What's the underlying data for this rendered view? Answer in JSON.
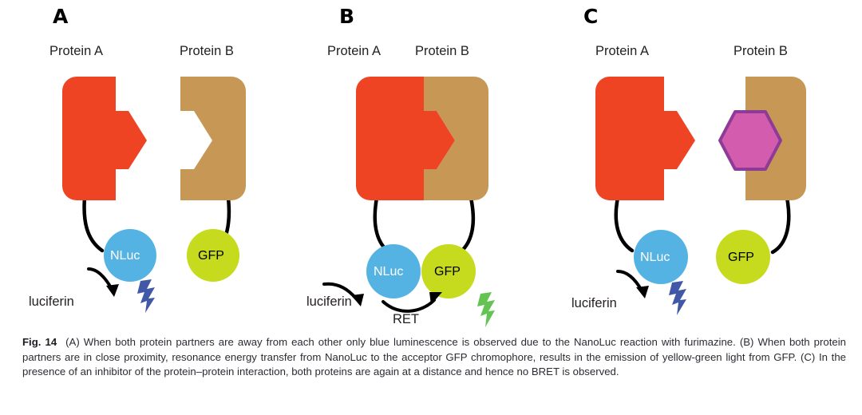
{
  "figure": {
    "number": "Fig. 14",
    "caption": "(A) When both protein partners are away from each other only blue luminescence is observed due to the NanoLuc reaction with furimazine. (B) When both protein partners are in close proximity, resonance energy transfer from NanoLuc to the acceptor GFP chromophore, results in the emission of yellow-green light from GFP. (C) In the presence of an inhibitor of the protein–protein interaction, both proteins are again at a distance and hence no BRET is observed."
  },
  "colors": {
    "protein_a_red": "#EF4424",
    "protein_b_tan": "#C69755",
    "nluc_blue": "#55B3E3",
    "gfp_green": "#C6DA1E",
    "inhibitor_pink": "#D45CAF",
    "inhibitor_border": "#8E3B97",
    "blue_light": "#4158A6",
    "green_light": "#63C353",
    "stroke_black": "#000000",
    "text_dark": "#231f20"
  },
  "panels": [
    {
      "id": "a",
      "letter": "A",
      "protein_a_label": "Protein A",
      "protein_b_label": "Protein B",
      "nluc_label": "NLuc",
      "gfp_label": "GFP",
      "substrate_label": "luciferin",
      "ret_label": null,
      "inhibitor": false,
      "bound": false,
      "emission": "blue"
    },
    {
      "id": "b",
      "letter": "B",
      "protein_a_label": "Protein A",
      "protein_b_label": "Protein B",
      "nluc_label": "NLuc",
      "gfp_label": "GFP",
      "substrate_label": "luciferin",
      "ret_label": "RET",
      "inhibitor": false,
      "bound": true,
      "emission": "green"
    },
    {
      "id": "c",
      "letter": "C",
      "protein_a_label": "Protein A",
      "protein_b_label": "Protein B",
      "nluc_label": "NLuc",
      "gfp_label": "GFP",
      "substrate_label": "luciferin",
      "ret_label": null,
      "inhibitor": true,
      "bound": false,
      "emission": "blue"
    }
  ]
}
